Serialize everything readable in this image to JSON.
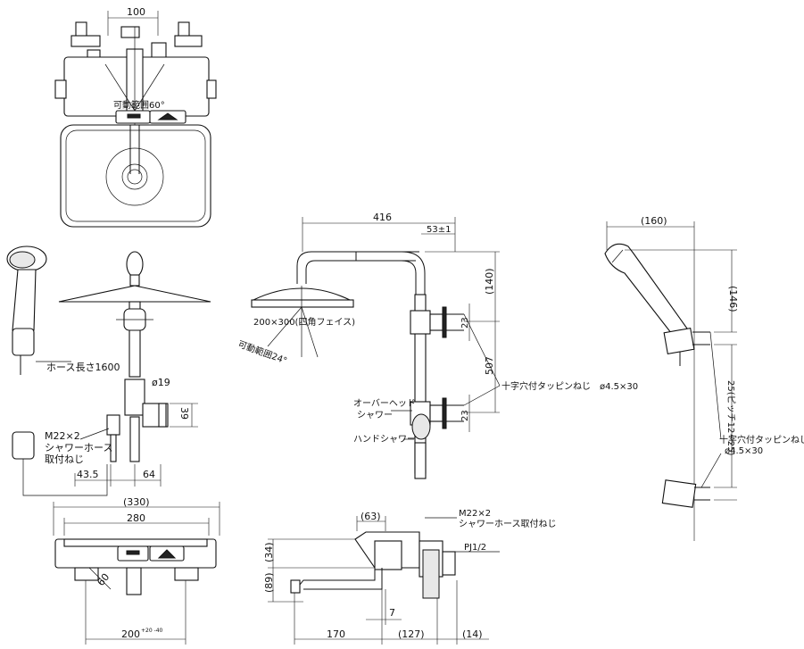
{
  "dimensions": {
    "top_width": "100",
    "swing_range_top": "可動範囲60°",
    "hose_length": "ホース長さ1600",
    "pipe_dia": "ø19",
    "mount_39": "39",
    "m22_left": "M22×2",
    "hose_nut_left_1": "シャワーホース",
    "hose_nut_left_2": "取付ねじ",
    "dim_43_5": "43.5",
    "dim_64": "64",
    "dim_330": "(330)",
    "dim_280": "280",
    "dim_60": "60",
    "dim_200": "200",
    "dim_200_tol": "+20 -40",
    "dim_416": "416",
    "dim_53": "53±1",
    "dim_140": "(140)",
    "dim_23a": "23",
    "dim_507": "507",
    "dim_23b": "23",
    "head_size": "200×300(四角フェイス)",
    "swing_range_head": "可動範囲24°",
    "overhead_1": "オーバーヘッド",
    "overhead_2": "シャワー",
    "hand_shower": "ハンドシャワー",
    "screw_mid": "十字穴付タッピンねじ　ø4.5×30",
    "dim_63": "(63)",
    "m22_mid": "M22×2",
    "hose_nut_mid": "シャワーホース取付ねじ",
    "pj": "PJ1/2",
    "dim_34": "(34)",
    "dim_89": "(89)",
    "dim_7": "7",
    "dim_170": "170",
    "dim_127": "(127)",
    "dim_14": "(14)",
    "dim_160": "(160)",
    "dim_146": "(146)",
    "pitch": "25(ピッチ12~25)",
    "screw_right_1": "十字穴付タッピンねじ",
    "screw_right_2": "ø4.5×30"
  }
}
